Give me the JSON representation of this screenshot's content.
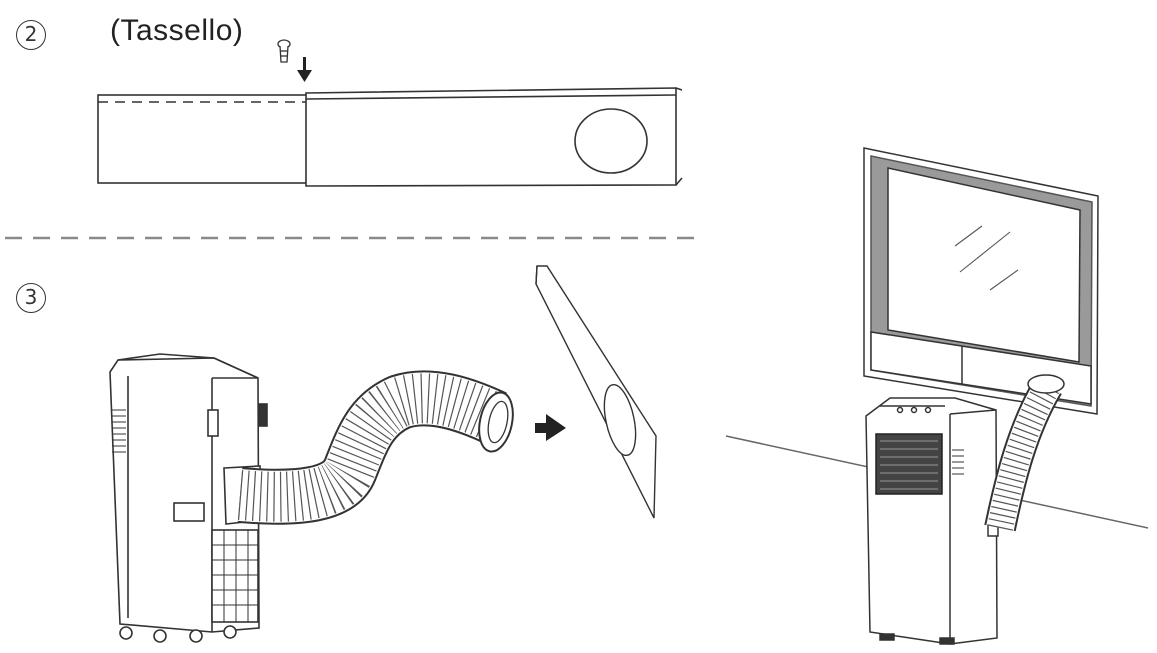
{
  "steps": [
    {
      "number": "2",
      "caption": "(Tassello)"
    },
    {
      "number": "3"
    }
  ],
  "colors": {
    "line": "#333333",
    "dash": "#8a8a8a",
    "window_frame": "#9a9a9a",
    "hose_fill": "#ffffff"
  },
  "icons": [
    "screw-icon",
    "down-arrow-icon",
    "right-arrow-icon"
  ]
}
